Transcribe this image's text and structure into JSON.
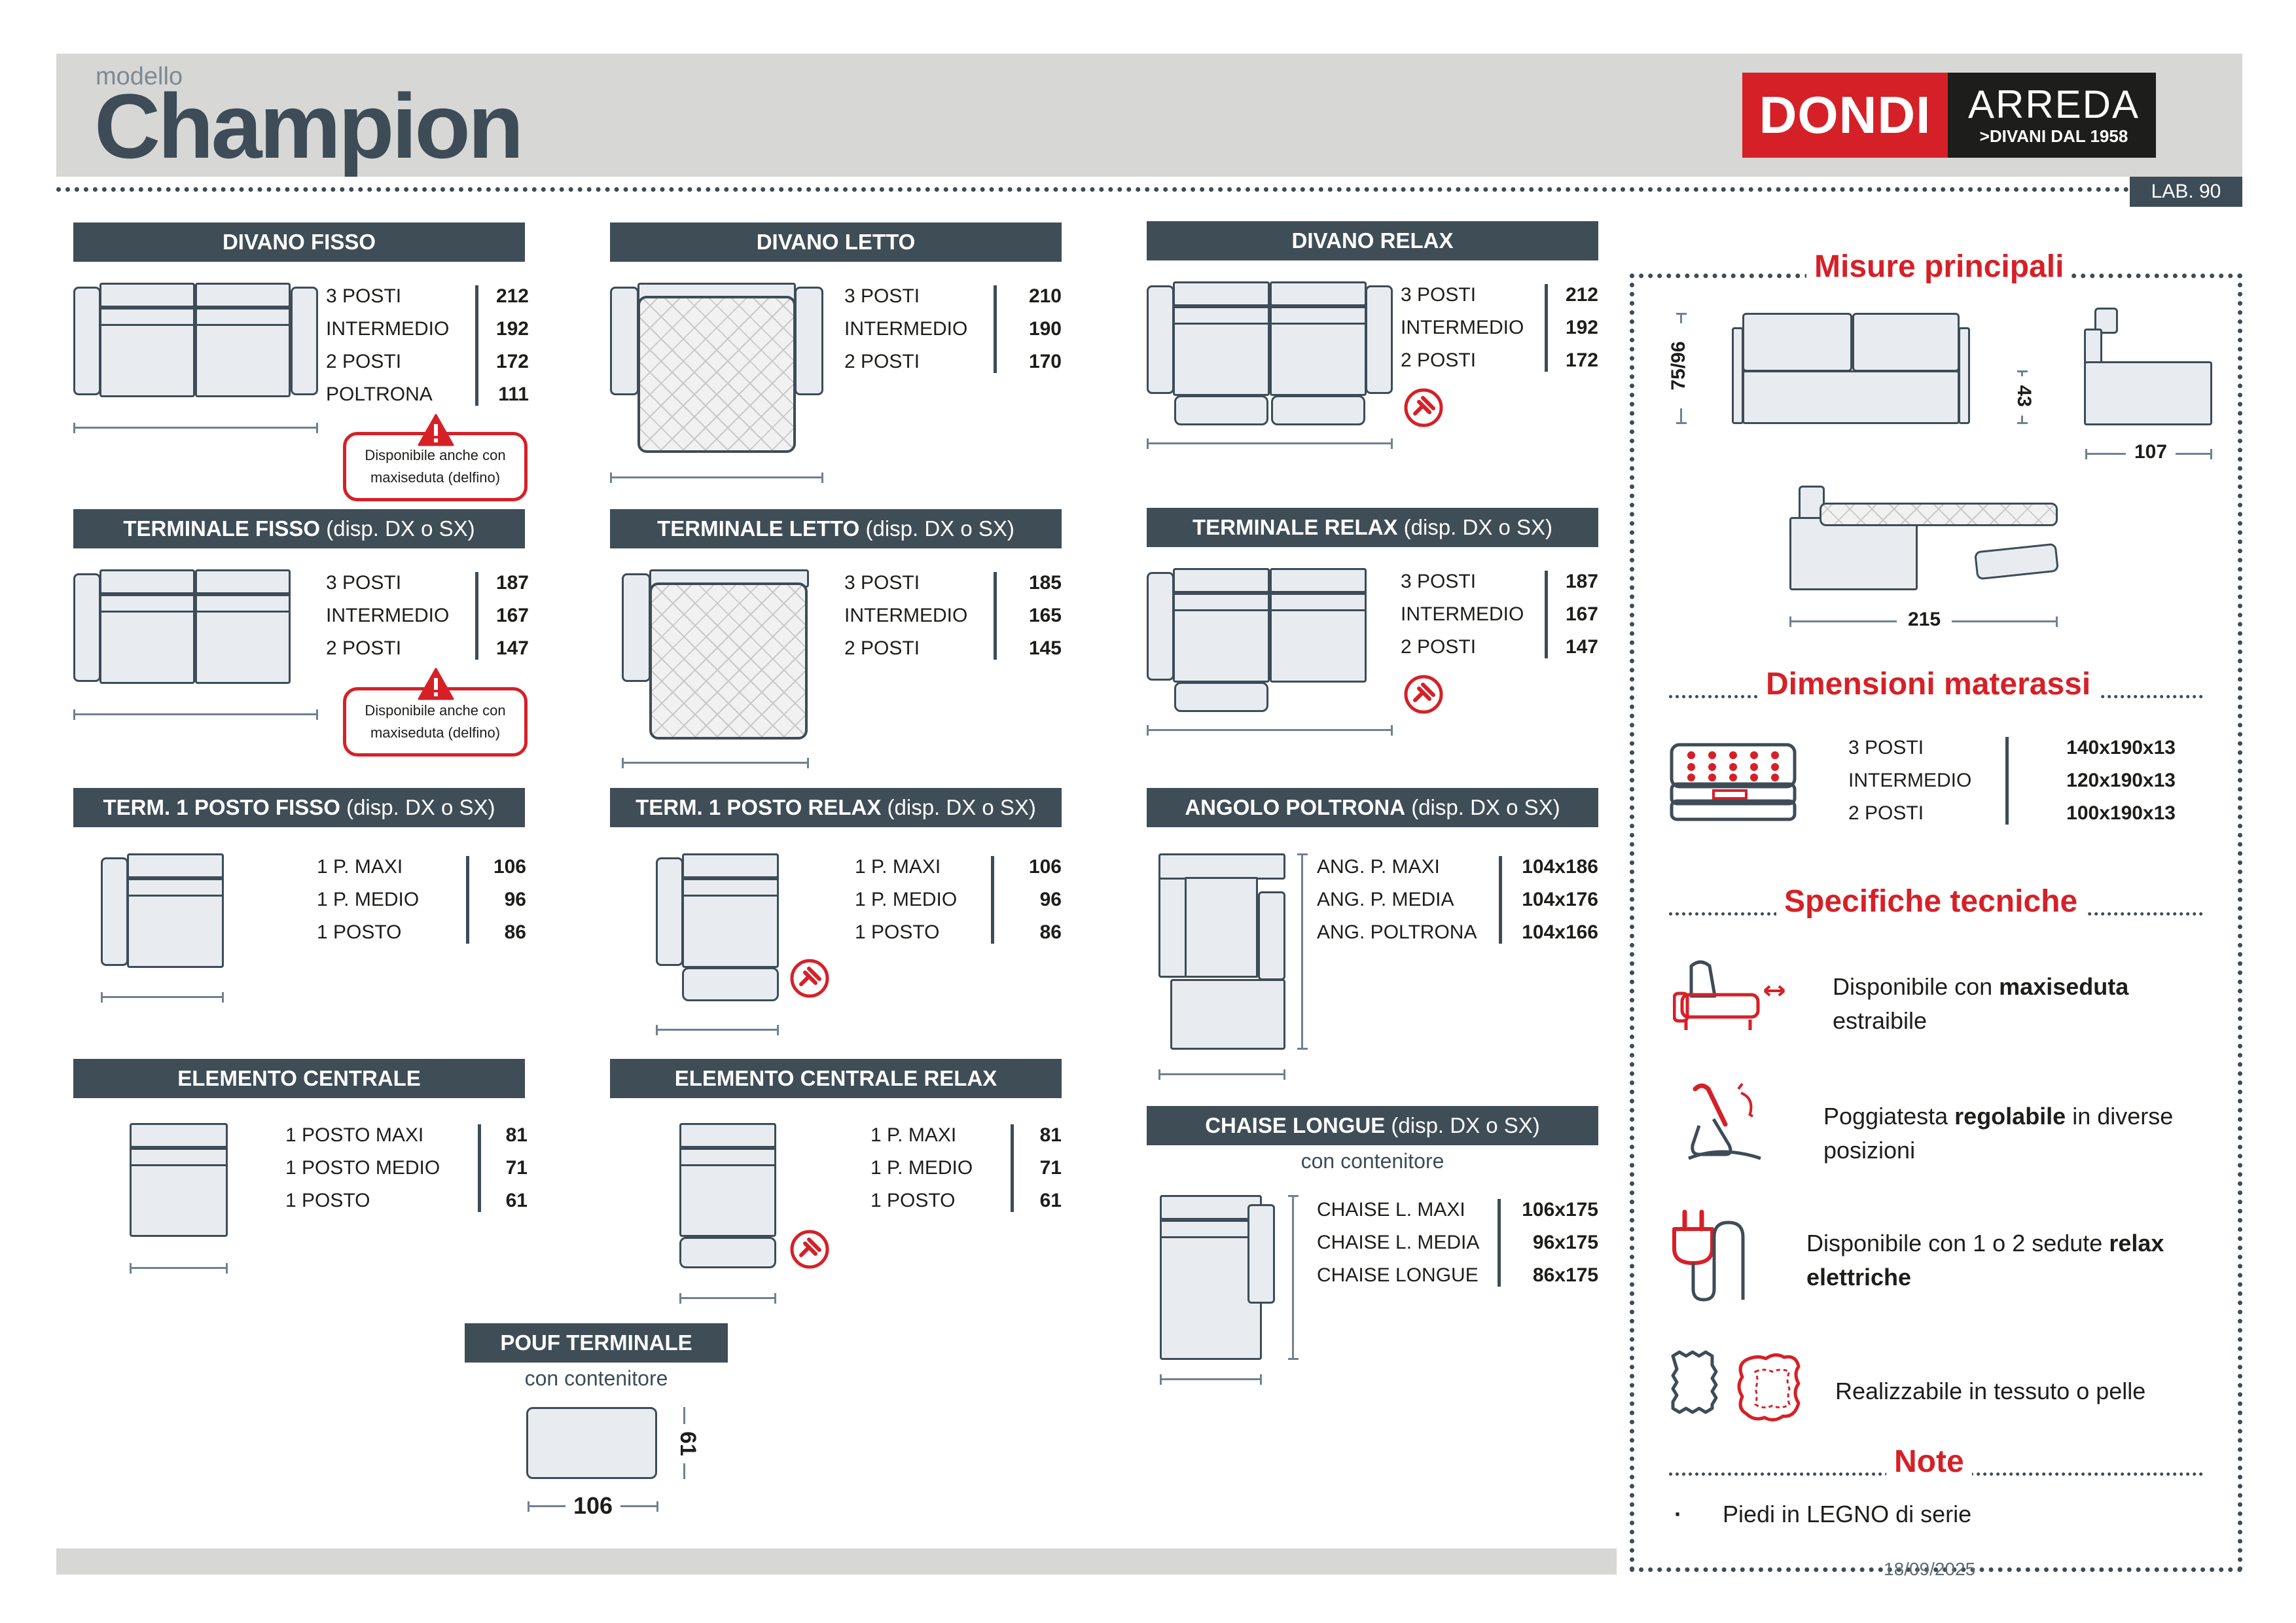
{
  "header": {
    "modello": "modello",
    "title": "Champion",
    "logo": {
      "brand": "DONDI",
      "arreda": "ARREDA",
      "tagline": "DIVANI DAL 1958",
      "brand_color": "#d62027"
    },
    "lab": "LAB. 90"
  },
  "sections": {
    "divano_fisso": {
      "title": "DIVANO FISSO",
      "rows": [
        [
          "3 POSTI",
          "212"
        ],
        [
          "INTERMEDIO",
          "192"
        ],
        [
          "2 POSTI",
          "172"
        ],
        [
          "POLTRONA",
          "111"
        ]
      ],
      "note": "Disponibile anche con maxiseduta (delfino)"
    },
    "divano_letto": {
      "title": "DIVANO LETTO",
      "rows": [
        [
          "3 POSTI",
          "210"
        ],
        [
          "INTERMEDIO",
          "190"
        ],
        [
          "2 POSTI",
          "170"
        ]
      ]
    },
    "divano_relax": {
      "title": "DIVANO RELAX",
      "rows": [
        [
          "3 POSTI",
          "212"
        ],
        [
          "INTERMEDIO",
          "192"
        ],
        [
          "2 POSTI",
          "172"
        ]
      ]
    },
    "terminale_fisso": {
      "title": "TERMINALE FISSO",
      "disp": "(disp. DX o SX)",
      "rows": [
        [
          "3 POSTI",
          "187"
        ],
        [
          "INTERMEDIO",
          "167"
        ],
        [
          "2 POSTI",
          "147"
        ]
      ],
      "note": "Disponibile anche con maxiseduta (delfino)"
    },
    "terminale_letto": {
      "title": "TERMINALE LETTO",
      "disp": "(disp. DX o SX)",
      "rows": [
        [
          "3 POSTI",
          "185"
        ],
        [
          "INTERMEDIO",
          "165"
        ],
        [
          "2 POSTI",
          "145"
        ]
      ]
    },
    "terminale_relax": {
      "title": "TERMINALE RELAX",
      "disp": "(disp. DX o SX)",
      "rows": [
        [
          "3 POSTI",
          "187"
        ],
        [
          "INTERMEDIO",
          "167"
        ],
        [
          "2 POSTI",
          "147"
        ]
      ]
    },
    "term_1_fisso": {
      "title": "TERM. 1 POSTO FISSO",
      "disp": "(disp. DX o SX)",
      "rows": [
        [
          "1 P. MAXI",
          "106"
        ],
        [
          "1 P. MEDIO",
          "96"
        ],
        [
          "1 POSTO",
          "86"
        ]
      ]
    },
    "term_1_relax": {
      "title": "TERM. 1 POSTO RELAX",
      "disp": "(disp. DX o SX)",
      "rows": [
        [
          "1 P. MAXI",
          "106"
        ],
        [
          "1 P. MEDIO",
          "96"
        ],
        [
          "1 POSTO",
          "86"
        ]
      ]
    },
    "angolo_poltrona": {
      "title": "ANGOLO POLTRONA",
      "disp": "(disp. DX o SX)",
      "rows": [
        [
          "ANG. P. MAXI",
          "104x186"
        ],
        [
          "ANG. P. MEDIA",
          "104x176"
        ],
        [
          "ANG. POLTRONA",
          "104x166"
        ]
      ]
    },
    "elemento_centrale": {
      "title": "ELEMENTO CENTRALE",
      "rows": [
        [
          "1 POSTO MAXI",
          "81"
        ],
        [
          "1 POSTO MEDIO",
          "71"
        ],
        [
          "1 POSTO",
          "61"
        ]
      ]
    },
    "elemento_centrale_relax": {
      "title": "ELEMENTO CENTRALE RELAX",
      "rows": [
        [
          "1 P. MAXI",
          "81"
        ],
        [
          "1 P. MEDIO",
          "71"
        ],
        [
          "1 POSTO",
          "61"
        ]
      ]
    },
    "chaise_longue": {
      "title": "CHAISE LONGUE",
      "disp": "(disp. DX o SX)",
      "subtitle": "con contenitore",
      "rows": [
        [
          "CHAISE L. MAXI",
          "106x175"
        ],
        [
          "CHAISE L. MEDIA",
          "96x175"
        ],
        [
          "CHAISE LONGUE",
          "86x175"
        ]
      ]
    },
    "pouf_terminale": {
      "title": "POUF TERMINALE",
      "subtitle": "con contenitore",
      "width": "106",
      "height": "61"
    }
  },
  "panel": {
    "misure_title": "Misure principali",
    "misure": {
      "height_back": "75/96",
      "seat_height": "43",
      "depth": "107",
      "open_length": "215"
    },
    "materassi_title": "Dimensioni materassi",
    "materassi": [
      [
        "3 POSTI",
        "140x190x13"
      ],
      [
        "INTERMEDIO",
        "120x190x13"
      ],
      [
        "2 POSTI",
        "100x190x13"
      ]
    ],
    "specifiche_title": "Specifiche tecniche",
    "specs": [
      {
        "icon": "maxiseduta-icon",
        "pre": "Disponibile con ",
        "bold": "maxiseduta",
        "post": " estraibile"
      },
      {
        "icon": "headrest-icon",
        "pre": "Poggiatesta ",
        "bold": "regolabile",
        "post": " in diverse posizioni"
      },
      {
        "icon": "electric-plug-icon",
        "pre": "Disponibile con 1 o 2 sedute ",
        "bold": "relax elettriche",
        "post": ""
      },
      {
        "icon": "fabric-leather-icon",
        "pre": "Realizzabile in tessuto o pelle",
        "bold": "",
        "post": ""
      }
    ],
    "note_title": "Note",
    "note_bullet": "·",
    "note_text": "Piedi in LEGNO di serie"
  },
  "footer": {
    "date": "18/09/2025"
  },
  "colors": {
    "red": "#d62027",
    "slate": "#3f4d57",
    "fill": "#e8ecf0"
  }
}
